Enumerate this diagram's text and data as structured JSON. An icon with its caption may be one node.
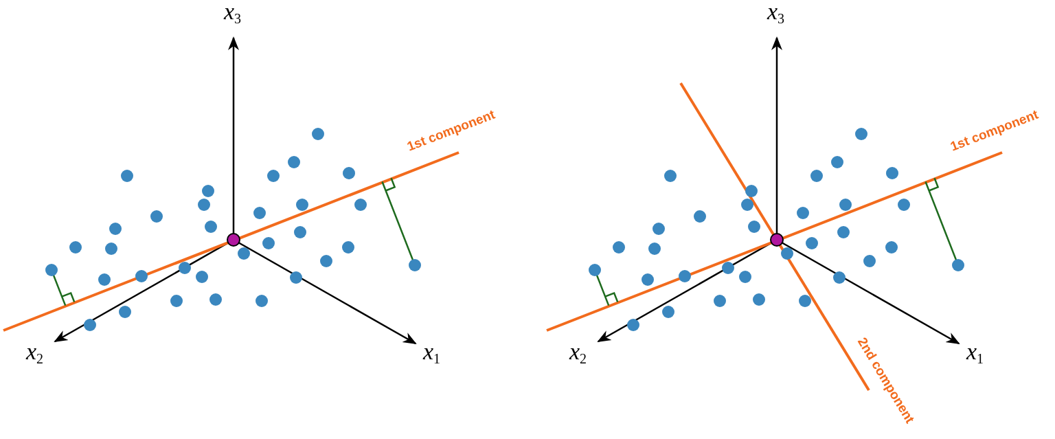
{
  "diagram": {
    "labels": [
      "*x*$_{3}$",
      "1st component",
      "*x*$_{2}$",
      "*x*$_{1}$",
      "*x*$_{3}$",
      "1st component",
      "*x*$_{2}$",
      "2nd component",
      "*x*$_{1}$"
    ]
  }
}
